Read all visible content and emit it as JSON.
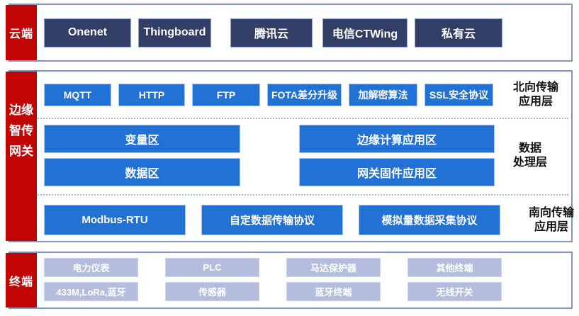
{
  "colors": {
    "sidebar_red": "#C10505",
    "cloud_navy": "#333E66",
    "gateway_blue": "#2271D4",
    "terminal_lavender": "#B4BDDE",
    "section_border": "#7E96C6",
    "dotted_divider": "#A8BAD6"
  },
  "sections": {
    "cloud": {
      "sidebar": "云端",
      "nodes": [
        "Onenet",
        "Thingboard",
        "腾讯云",
        "电信CTWing",
        "私有云"
      ]
    },
    "gateway": {
      "sidebar_lines": [
        "边缘",
        "智传",
        "网关"
      ],
      "north_layer": {
        "nodes": [
          "MQTT",
          "HTTP",
          "FTP",
          "FOTA差分升级",
          "加解密算法",
          "SSL安全协议"
        ],
        "label_lines": [
          "北向传输",
          "应用层"
        ]
      },
      "data_layer": {
        "left_nodes": [
          "变量区",
          "数据区"
        ],
        "right_nodes": [
          "边缘计算应用区",
          "网关固件应用区"
        ],
        "label_lines": [
          "数据",
          "处理层"
        ]
      },
      "south_layer": {
        "nodes": [
          "Modbus-RTU",
          "自定数据传输协议",
          "模拟量数据采集协议"
        ],
        "label_lines": [
          "南向传输",
          "应用层"
        ]
      }
    },
    "terminal": {
      "sidebar": "终端",
      "row1": [
        "电力仪表",
        "PLC",
        "马达保护器",
        "其他终端"
      ],
      "row2": [
        "433M,LoRa,蓝牙",
        "传感器",
        "蓝牙终端",
        "无线开关"
      ]
    }
  }
}
